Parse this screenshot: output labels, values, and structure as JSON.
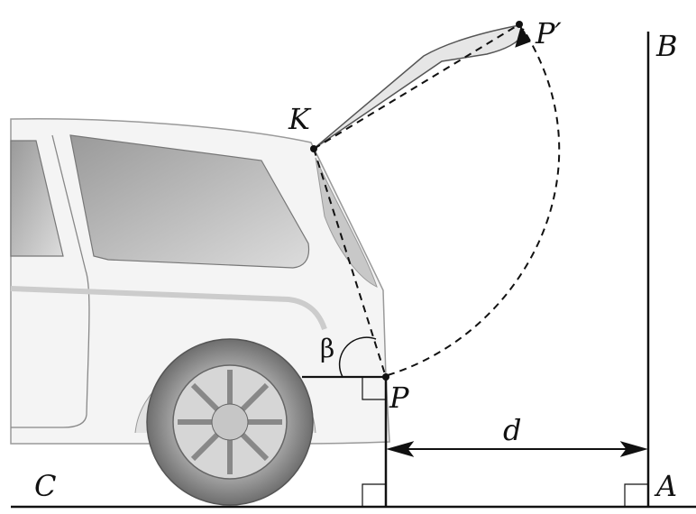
{
  "labels": {
    "p_prime": "P′",
    "b": "B",
    "k": "K",
    "beta": "β",
    "p": "P",
    "d": "d",
    "c": "C",
    "a": "A"
  },
  "colors": {
    "line": "#111111",
    "car_body": "#f4f4f4",
    "car_outline": "#8a8a8a",
    "glass": "#b9b9b9",
    "tire": "#8c8c8c"
  }
}
